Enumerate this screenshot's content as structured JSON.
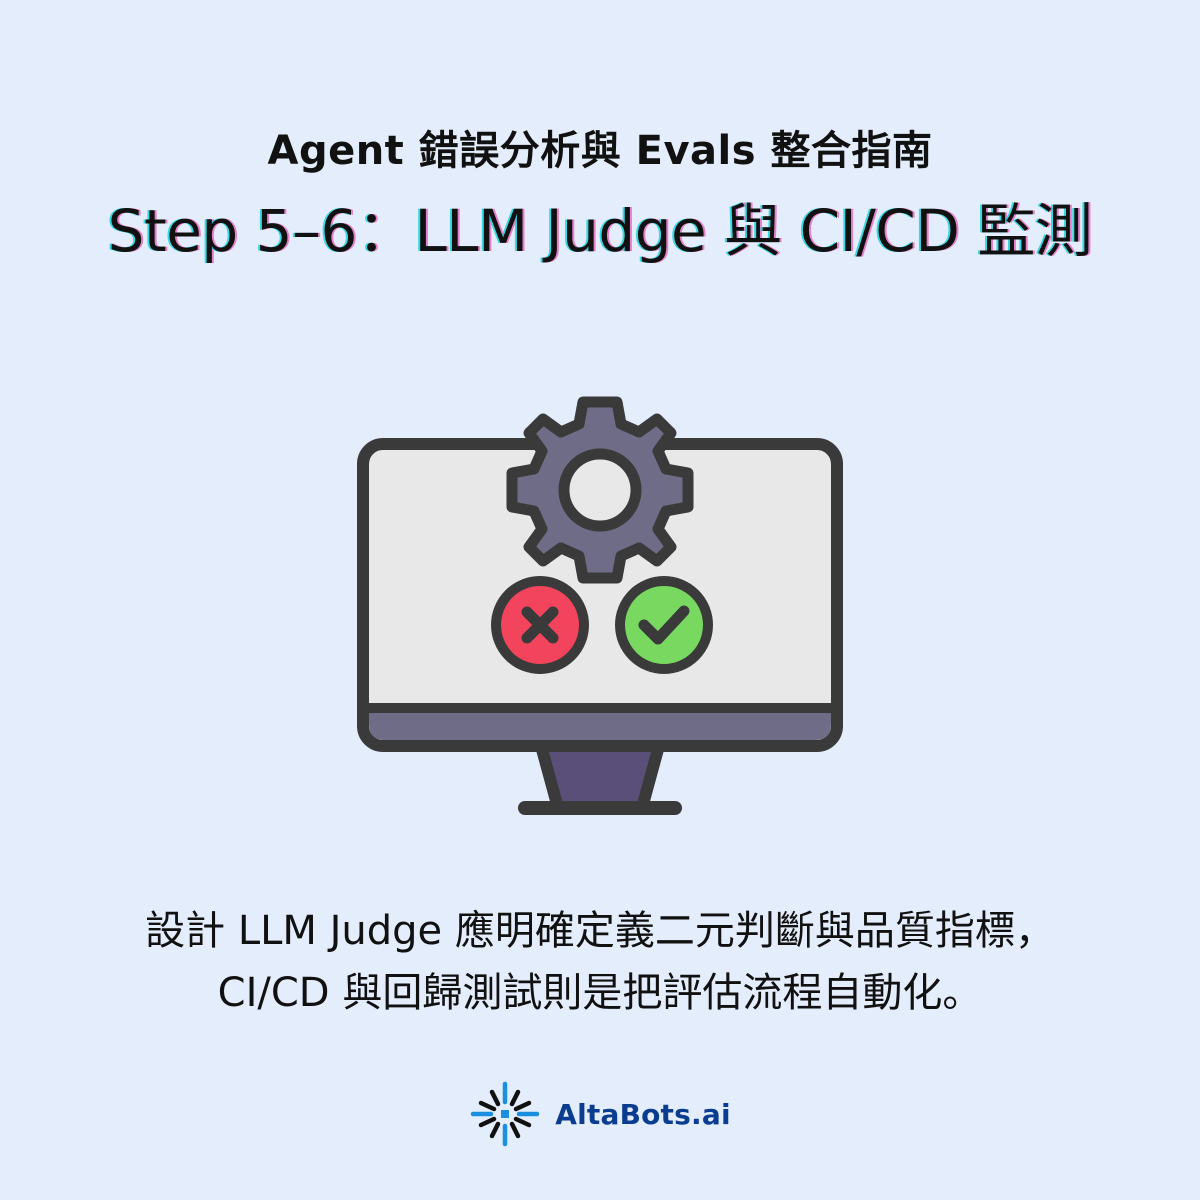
{
  "header": {
    "supertitle": "Agent 錯誤分析與 Evals 整合指南",
    "title": "Step 5–6：LLM Judge 與 CI/CD 監測"
  },
  "illustration": {
    "icons": [
      "monitor-icon",
      "gear-icon",
      "cross-icon",
      "check-icon"
    ],
    "colors": {
      "screen": "#e8e8e8",
      "frame": "#3a3a3a",
      "stand": "#5a4f78",
      "gear": "#6e6c86",
      "reject": "#f2445c",
      "accept": "#79d85f"
    }
  },
  "body": {
    "line1": "設計 LLM Judge 應明確定義二元判斷與品質指標，",
    "line2": "CI/CD 與回歸測試則是把評估流程自動化。"
  },
  "footer": {
    "logo_icon": "altabots-logo-icon",
    "brand": "AltaBots.ai",
    "brand_color": "#0a3d8f"
  }
}
